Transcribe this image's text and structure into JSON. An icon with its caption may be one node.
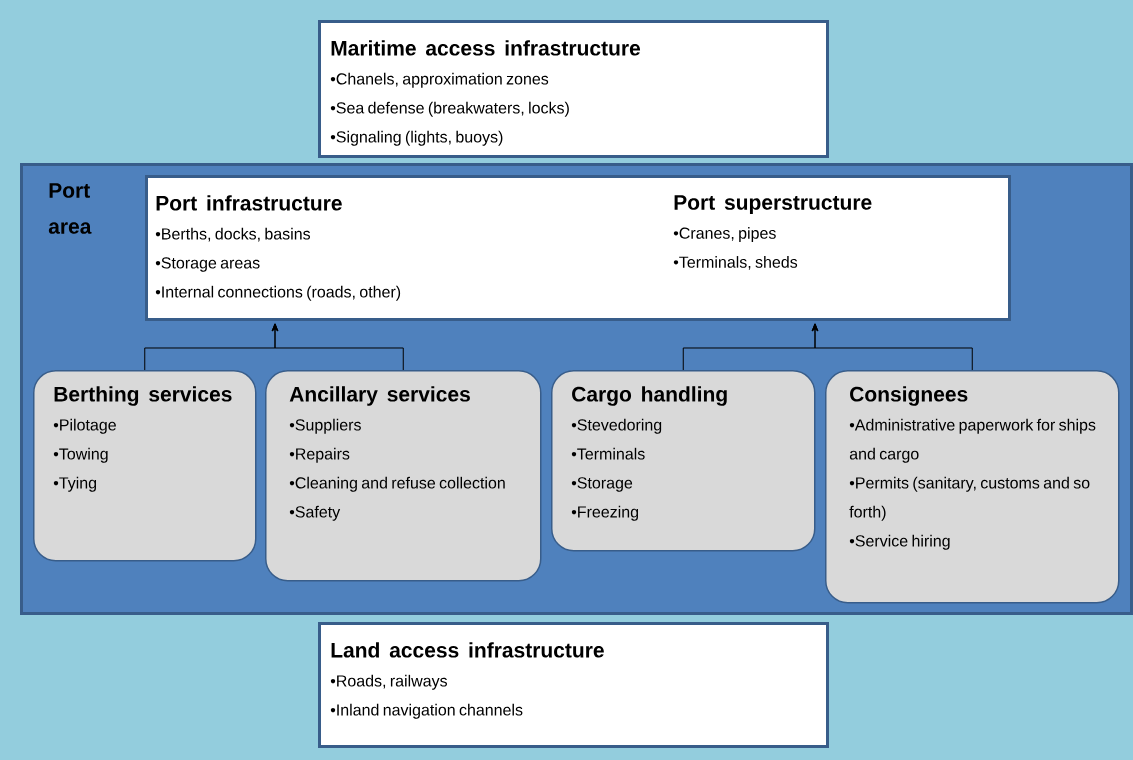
{
  "diagram": {
    "nodes": [
      {
        "text": [
          "Maritime access infrastructure",
          "•Chanels, approximation zones",
          "•Sea defense (breakwaters, locks)",
          "•Signaling (lights, buoys)"
        ]
      },
      {
        "text": [
          "Port area"
        ]
      },
      {
        "text": [
          "Port infrastructure",
          "•Berths, docks, basins",
          "•Storage areas",
          "•Internal connections (roads, other)",
          "Port superstructure",
          "•Cranes, pipes",
          "•Terminals, sheds"
        ],
        "in": 1
      },
      {
        "text": [
          "Berthing services",
          "•Pilotage",
          "•Towing",
          "•Tying"
        ],
        "in": 1
      },
      {
        "text": [
          "Ancillary services",
          "•Suppliers",
          "•Repairs",
          "•Cleaning and refuse collection",
          "•Safety"
        ],
        "in": 1
      },
      {
        "text": [
          "Cargo handling",
          "•Stevedoring",
          "•Terminals",
          "•Storage",
          "•Freezing"
        ],
        "in": 1
      },
      {
        "text": [
          "Consignees",
          "•Administrative paperwork for ships and cargo",
          "•Permits (sanitary, customs and so forth)",
          "•Service hiring"
        ],
        "in": 1
      },
      {
        "text": [
          "Land access infrastructure",
          "•Roads, railways",
          "•Inland navigation channels"
        ]
      }
    ],
    "edges": [
      {
        "from": 3,
        "to": 2,
        "arrow": "to"
      },
      {
        "from": 4,
        "to": 2,
        "arrow": "to"
      },
      {
        "from": 5,
        "to": 2,
        "arrow": "to"
      },
      {
        "from": 6,
        "to": 2,
        "arrow": "to"
      }
    ]
  }
}
